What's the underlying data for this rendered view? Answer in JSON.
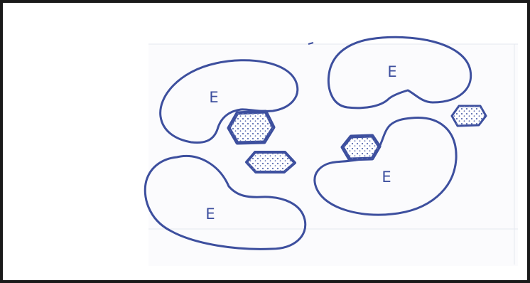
{
  "colors": {
    "ink": "#3d4f9e",
    "stipple": "#5a6cb0",
    "paper": "#ffffff",
    "frame": "#1a1a1a"
  },
  "cells": [
    {
      "label": "E"
    },
    {
      "label": "E"
    },
    {
      "label": "E"
    },
    {
      "label": "E"
    }
  ]
}
